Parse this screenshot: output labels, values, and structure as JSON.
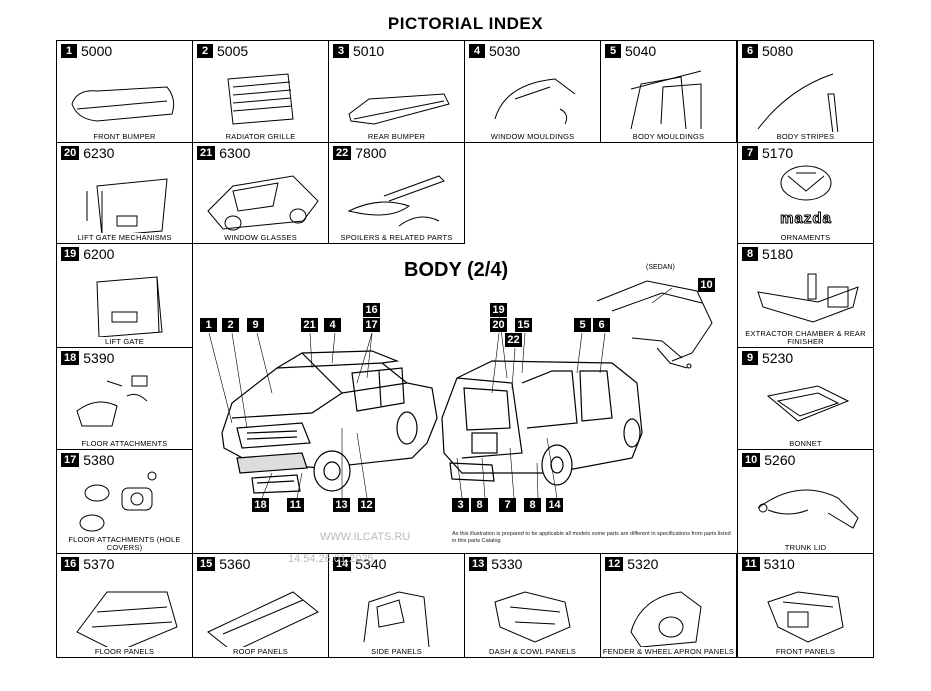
{
  "title": "PICTORIAL INDEX",
  "body_title": "BODY (2/4)",
  "sedan_label": "(SEDAN)",
  "note": "As this illustration is prepared to be applicable all models some parts are different in specifications from parts listed in this parts Catalog",
  "watermark": {
    "site": "WWW.ILCATS.RU",
    "stamp": "14.54.26.01.2025"
  },
  "cells": [
    {
      "num": "1",
      "code": "5000",
      "caption": "FRONT BUMPER"
    },
    {
      "num": "2",
      "code": "5005",
      "caption": "RADIATOR GRILLE"
    },
    {
      "num": "3",
      "code": "5010",
      "caption": "REAR BUMPER"
    },
    {
      "num": "4",
      "code": "5030",
      "caption": "WINDOW MOULDINGS"
    },
    {
      "num": "5",
      "code": "5040",
      "caption": "BODY MOULDINGS"
    },
    {
      "num": "6",
      "code": "5080",
      "caption": "BODY STRIPES"
    },
    {
      "num": "20",
      "code": "6230",
      "caption": "LIFT GATE MECHANISMS"
    },
    {
      "num": "21",
      "code": "6300",
      "caption": "WINDOW GLASSES"
    },
    {
      "num": "22",
      "code": "7800",
      "caption": "SPOILERS & RELATED PARTS"
    },
    {
      "num": "7",
      "code": "5170",
      "caption": "ORNAMENTS"
    },
    {
      "num": "19",
      "code": "6200",
      "caption": "LIFT GATE"
    },
    {
      "num": "8",
      "code": "5180",
      "caption": "EXTRACTOR CHAMBER & REAR FINISHER"
    },
    {
      "num": "18",
      "code": "5390",
      "caption": "FLOOR ATTACHMENTS"
    },
    {
      "num": "9",
      "code": "5230",
      "caption": "BONNET"
    },
    {
      "num": "17",
      "code": "5380",
      "caption": "FLOOR ATTACHMENTS (HOLE COVERS)"
    },
    {
      "num": "10",
      "code": "5260",
      "caption": "TRUNK LID"
    },
    {
      "num": "16",
      "code": "5370",
      "caption": "FLOOR PANELS"
    },
    {
      "num": "15",
      "code": "5360",
      "caption": "ROOF PANELS"
    },
    {
      "num": "14",
      "code": "5340",
      "caption": "SIDE PANELS"
    },
    {
      "num": "13",
      "code": "5330",
      "caption": "DASH & COWL PANELS"
    },
    {
      "num": "12",
      "code": "5320",
      "caption": "FENDER & WHEEL APRON PANELS"
    },
    {
      "num": "11",
      "code": "5310",
      "caption": "FRONT PANELS"
    }
  ],
  "callouts": [
    "1",
    "2",
    "9",
    "21",
    "4",
    "16",
    "17",
    "18",
    "11",
    "13",
    "12",
    "19",
    "20",
    "15",
    "22",
    "5",
    "6",
    "3",
    "8",
    "7",
    "8",
    "14",
    "10"
  ]
}
